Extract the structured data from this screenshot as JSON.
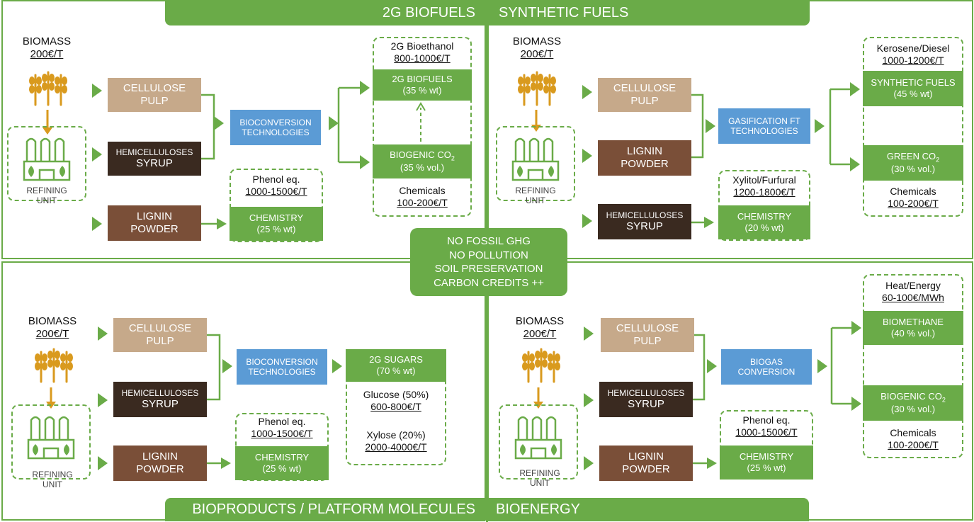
{
  "center": {
    "line1": "NO FOSSIL GHG",
    "line2": "NO POLLUTION",
    "line3": "SOIL PRESERVATION",
    "line4": "CARBON CREDITS ++"
  },
  "q1": {
    "title": "2G BIOFUELS",
    "biomass": "BIOMASS",
    "biomass_price": "200€/T",
    "refining": "REFINING",
    "unit": "UNIT",
    "row1": [
      "CELLULOSE",
      "PULP"
    ],
    "row2": [
      "HEMICELLULOSES",
      "SYRUP"
    ],
    "row3": [
      "LIGNIN",
      "POWDER"
    ],
    "tech": [
      "BIOCONVERSION",
      "TECHNOLOGIES"
    ],
    "out1": {
      "line1": "2G BIOFUELS",
      "line2": "(35 % wt)"
    },
    "out1_name": "2G Bioethanol",
    "out1_price": "800-1000€/T",
    "out2": {
      "line1": "BIOGENIC CO",
      "sub": "2",
      "line2": "(35 % vol.)"
    },
    "out2_name": "Chemicals",
    "out2_price": "100-200€/T",
    "chem": {
      "line1": "CHEMISTRY",
      "line2": "(25 % wt)"
    },
    "chem_name": "Phenol eq.",
    "chem_price": "1000-1500€/T"
  },
  "q2": {
    "title": "SYNTHETIC FUELS",
    "biomass": "BIOMASS",
    "biomass_price": "200€/T",
    "refining": "REFINING",
    "unit": "UNIT",
    "row1": [
      "CELLULOSE",
      "PULP"
    ],
    "row2": [
      "LIGNIN",
      "POWDER"
    ],
    "row3": [
      "HEMICELLULOSES",
      "SYRUP"
    ],
    "tech": [
      "GASIFICATION FT",
      "TECHNOLOGIES"
    ],
    "out1": {
      "line1": "SYNTHETIC FUELS",
      "line2": "(45 % wt)"
    },
    "out1_name": "Kerosene/Diesel",
    "out1_price": "1000-1200€/T",
    "out2": {
      "line1": "GREEN CO",
      "sub": "2",
      "line2": "(30 % vol.)"
    },
    "out2_name": "Chemicals",
    "out2_price": "100-200€/T",
    "chem": {
      "line1": "CHEMISTRY",
      "line2": "(20 % wt)"
    },
    "chem_name": "Xylitol/Furfural",
    "chem_price": "1200-1800€/T"
  },
  "q3": {
    "title": "BIOPRODUCTS / PLATFORM MOLECULES",
    "biomass": "BIOMASS",
    "biomass_price": "200€/T",
    "refining": "REFINING",
    "unit": "UNIT",
    "row1": [
      "CELLULOSE",
      "PULP"
    ],
    "row2": [
      "HEMICELLULOSES",
      "SYRUP"
    ],
    "row3": [
      "LIGNIN",
      "POWDER"
    ],
    "tech": [
      "BIOCONVERSION",
      "TECHNOLOGIES"
    ],
    "sugars": {
      "line1": "2G SUGARS",
      "line2": "(70 % wt)"
    },
    "glucose": "Glucose (50%)",
    "glucose_price": "600-800€/T",
    "xylose": "Xylose (20%)",
    "xylose_price": "2000-4000€/T",
    "chem": {
      "line1": "CHEMISTRY",
      "line2": "(25 % wt)"
    },
    "chem_name": "Phenol eq.",
    "chem_price": "1000-1500€/T"
  },
  "q4": {
    "title": "BIOENERGY",
    "biomass": "BIOMASS",
    "biomass_price": "200€/T",
    "refining": "REFINING",
    "unit": "UNIT",
    "row1": [
      "CELLULOSE",
      "PULP"
    ],
    "row2": [
      "HEMICELLULOSES",
      "SYRUP"
    ],
    "row3": [
      "LIGNIN",
      "POWDER"
    ],
    "tech": [
      "BIOGAS",
      "CONVERSION"
    ],
    "out1": {
      "line1": "BIOMETHANE",
      "line2": "(40 % vol.)"
    },
    "out1_name": "Heat/Energy",
    "out1_price": "60-100€/MWh",
    "out2": {
      "line1": "BIOGENIC CO",
      "sub": "2",
      "line2": "(30 % vol.)"
    },
    "out2_name": "Chemicals",
    "out2_price": "100-200€/T",
    "chem": {
      "line1": "CHEMISTRY",
      "line2": "(25 % wt)"
    },
    "chem_name": "Phenol eq.",
    "chem_price": "1000-1500€/T"
  },
  "colors": {
    "green": "#6aab48",
    "tan": "#c6a98a",
    "dark": "#3a2a20",
    "brown": "#7a4f38",
    "blue": "#5b9bd5",
    "wheat": "#d99a1e"
  },
  "icons": [
    "wheat-icon",
    "refinery-icon",
    "leaf-icon",
    "chevron-right-icon",
    "arrow-icon"
  ]
}
